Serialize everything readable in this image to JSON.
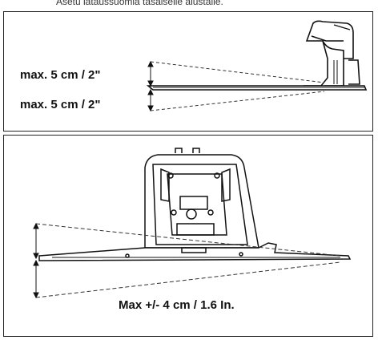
{
  "caption": "Asetu lataussuomia tasaiselle alustalle.",
  "panel_top": {
    "label_upper": "max. 5 cm  /  2\"",
    "label_lower": "max. 5 cm  /  2\""
  },
  "panel_bottom": {
    "label": "Max +/- 4 cm / 1.6 In."
  }
}
